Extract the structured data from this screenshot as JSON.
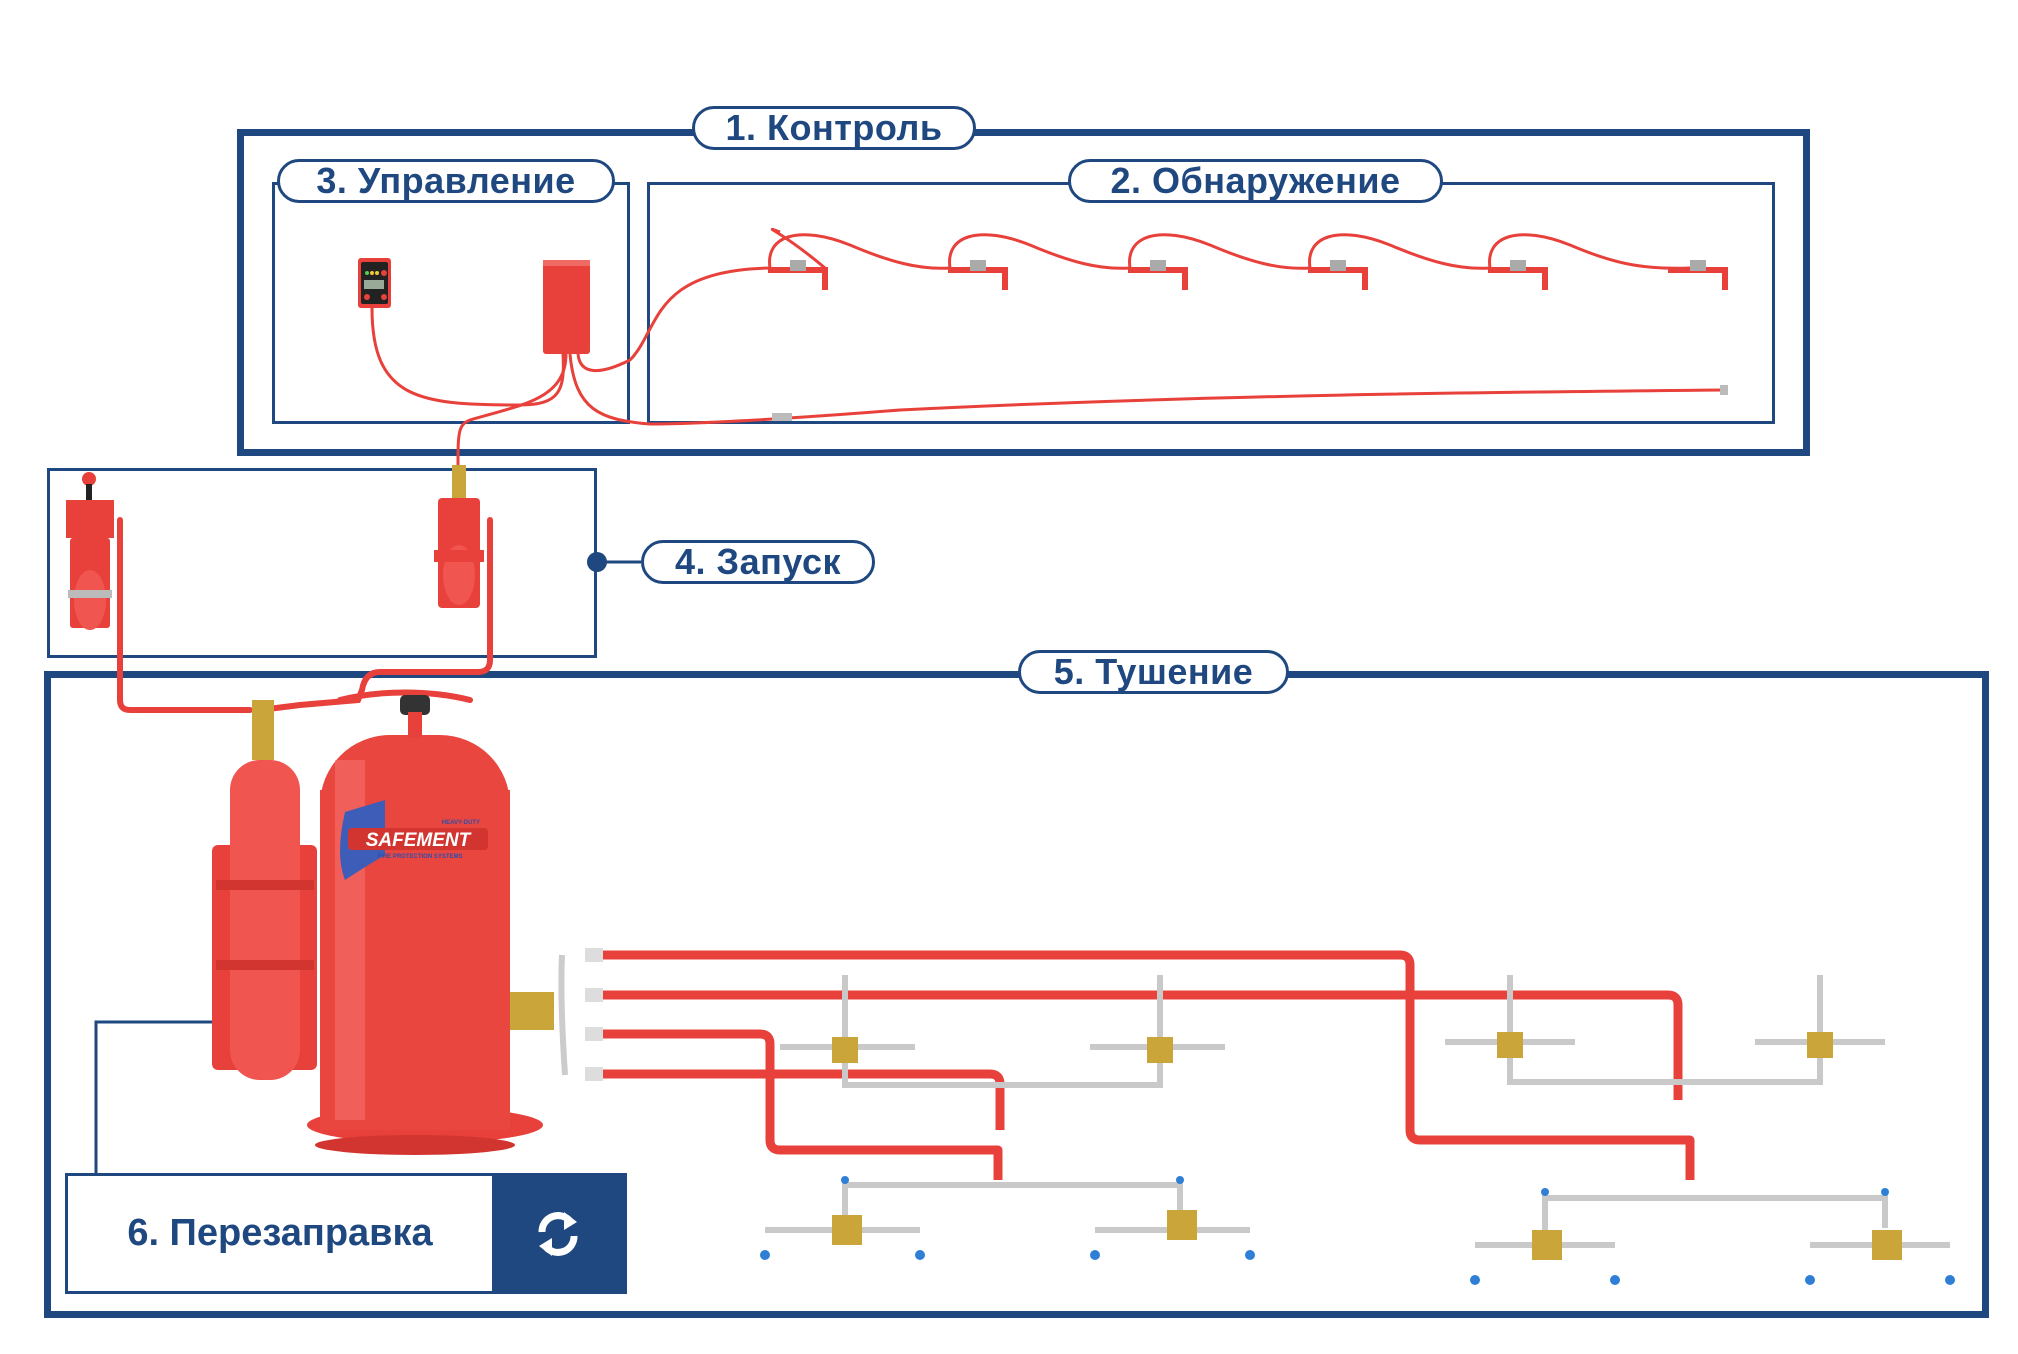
{
  "diagram": {
    "sections": {
      "control": {
        "label": "1. Контроль"
      },
      "detection": {
        "label": "2. Обнаружение"
      },
      "management": {
        "label": "3. Управление"
      },
      "launch": {
        "label": "4. Запуск"
      },
      "extinguishing": {
        "label": "5. Тушение"
      },
      "refill": {
        "label": "6. Перезаправка",
        "icon": "refresh-icon"
      }
    },
    "tank_logo": {
      "brand": "SAFEMENT",
      "tagline_top": "HEAVY-DUTY",
      "tagline_bottom": "FIRE PROTECTION SYSTEMS"
    },
    "detector_count": 6,
    "colors": {
      "frame": "#1f4880",
      "equipment_red": "#e8403a",
      "pipe_red": "#e8403a",
      "steel": "#c9c9c9",
      "brass": "#c9a53a",
      "nozzle_blue": "#2f7fd6"
    }
  }
}
